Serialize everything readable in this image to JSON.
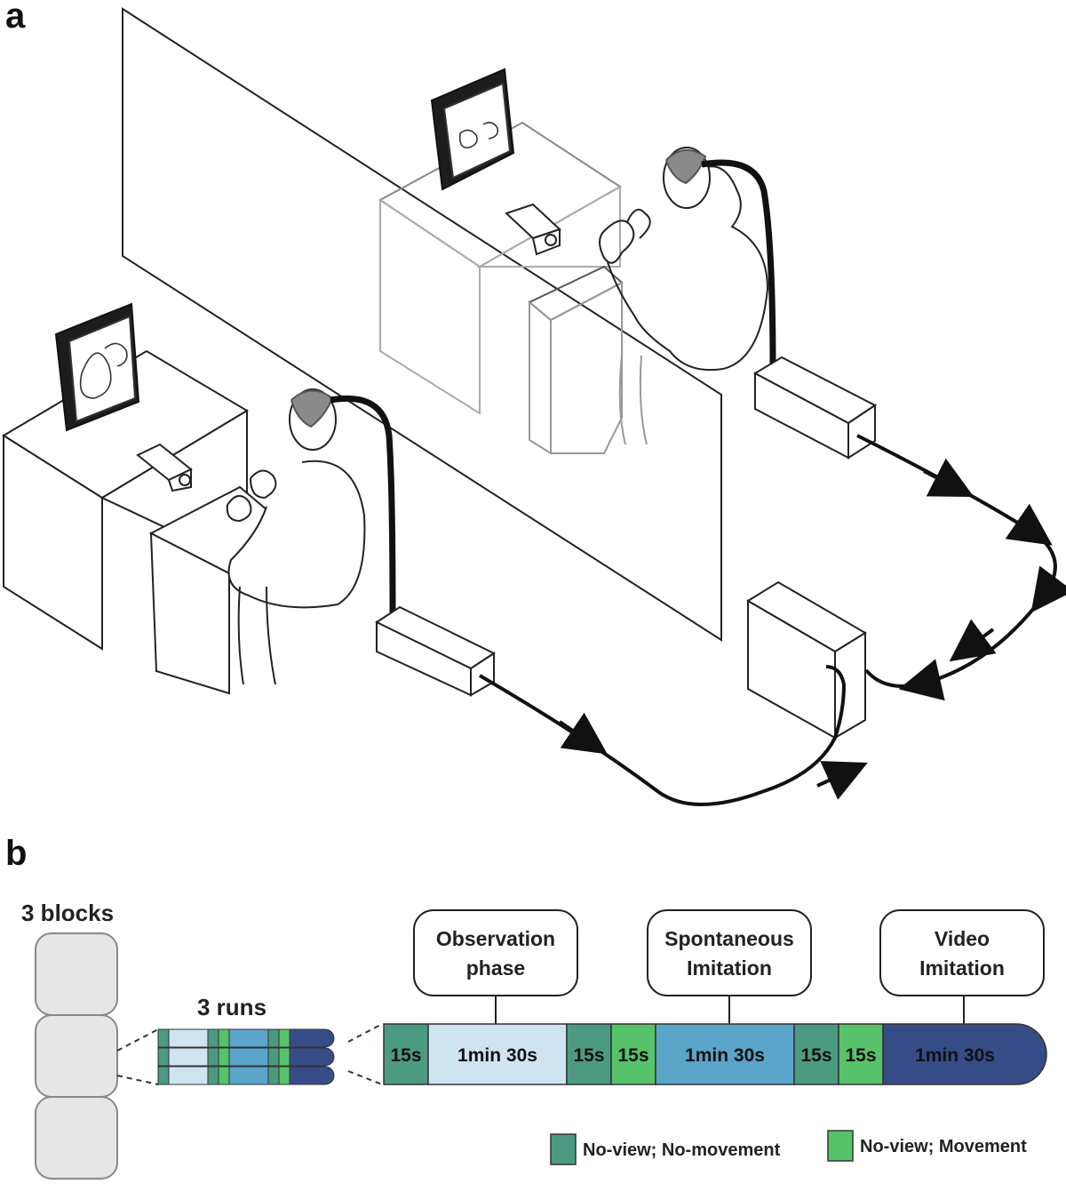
{
  "panels": {
    "a": "a",
    "b": "b"
  },
  "left_column": {
    "title": "3 blocks"
  },
  "runs": {
    "title": "3 runs"
  },
  "phases": [
    {
      "line1": "Observation",
      "line2": "phase"
    },
    {
      "line1": "Spontaneous",
      "line2": "Imitation"
    },
    {
      "line1": "Video",
      "line2": "Imitation"
    }
  ],
  "timeline": [
    {
      "label": "15s",
      "color": "#4c9a82",
      "type": "no-view-no-movement"
    },
    {
      "label": "1min 30s",
      "color": "#cfe4f1",
      "type": "observation"
    },
    {
      "label": "15s",
      "color": "#4c9a82",
      "type": "no-view-no-movement"
    },
    {
      "label": "15s",
      "color": "#56c36a",
      "type": "no-view-movement"
    },
    {
      "label": "1min 30s",
      "color": "#5aa5c9",
      "type": "spontaneous-imitation"
    },
    {
      "label": "15s",
      "color": "#4c9a82",
      "type": "no-view-no-movement"
    },
    {
      "label": "15s",
      "color": "#56c36a",
      "type": "no-view-movement"
    },
    {
      "label": "1min 30s",
      "color": "#354c86",
      "type": "video-imitation"
    }
  ],
  "legend": [
    {
      "label": "No-view; No-movement",
      "color": "#4c9a82"
    },
    {
      "label": "No-view; Movement",
      "color": "#56c36a"
    }
  ]
}
